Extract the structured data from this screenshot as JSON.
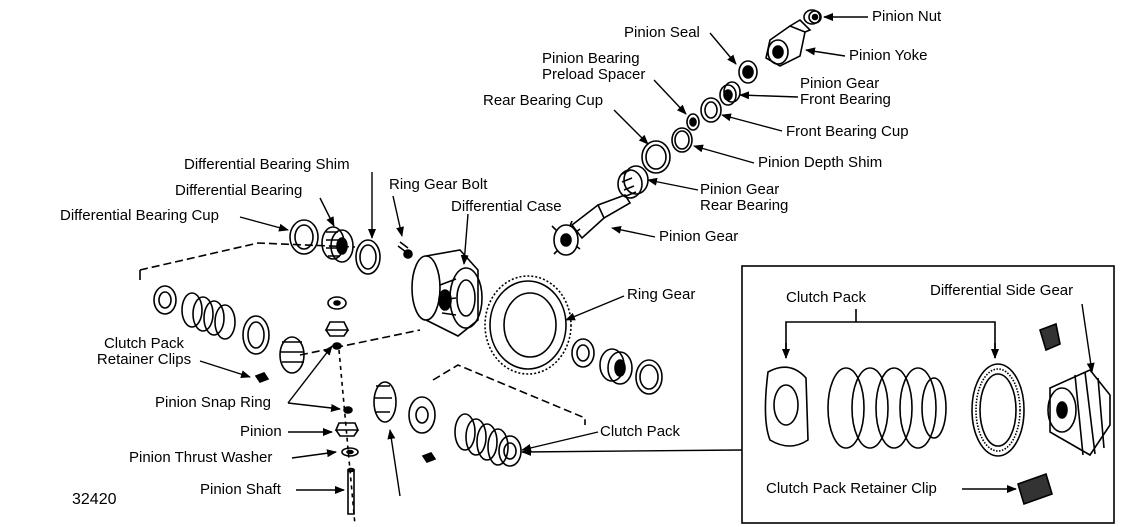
{
  "figure_number": "32420",
  "labels": {
    "pinion_nut": "Pinion Nut",
    "pinion_seal": "Pinion Seal",
    "pinion_yoke": "Pinion Yoke",
    "pinion_bearing_preload_spacer_1": "Pinion Bearing",
    "pinion_bearing_preload_spacer_2": "Preload Spacer",
    "pinion_gear_front_bearing_1": "Pinion Gear",
    "pinion_gear_front_bearing_2": "Front Bearing",
    "rear_bearing_cup": "Rear Bearing Cup",
    "front_bearing_cup": "Front Bearing Cup",
    "pinion_depth_shim": "Pinion Depth Shim",
    "differential_bearing_shim": "Differential Bearing Shim",
    "differential_bearing": "Differential Bearing",
    "ring_gear_bolt": "Ring Gear Bolt",
    "differential_case": "Differential Case",
    "pinion_gear_rear_bearing_1": "Pinion Gear",
    "pinion_gear_rear_bearing_2": "Rear Bearing",
    "differential_bearing_cup": "Differential Bearing Cup",
    "pinion_gear": "Pinion Gear",
    "ring_gear": "Ring Gear",
    "clutch_pack_retainer_clips_1": "Clutch Pack",
    "clutch_pack_retainer_clips_2": "Retainer Clips",
    "pinion_snap_ring": "Pinion Snap Ring",
    "pinion": "Pinion",
    "pinion_thrust_washer": "Pinion Thrust Washer",
    "pinion_shaft": "Pinion Shaft",
    "clutch_pack": "Clutch Pack"
  },
  "inset": {
    "clutch_pack": "Clutch Pack",
    "differential_side_gear": "Differential Side Gear",
    "clutch_pack_retainer_clip": "Clutch Pack Retainer Clip"
  }
}
